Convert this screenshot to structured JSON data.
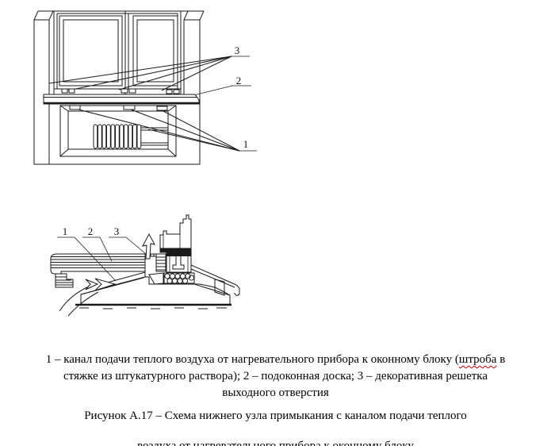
{
  "figure": {
    "caption": {
      "line1_prefix": "1 – канал подачи теплого воздуха от нагревательного прибора к оконному блоку (",
      "line1_misspelled": "штроба",
      "line1_suffix": " в",
      "line2": "стяжке из штукатурного раствора); 2 – подоконная доска; 3 – декоративная решетка",
      "line3": "выходного отверстия",
      "title_line1": "Рисунок А.17 – Схема нижнего узла примыкания с каналом подачи теплого",
      "title_line2": "воздуха от нагревательного прибора к оконному блоку"
    },
    "top_diagram": {
      "description": "window with radiator niche, axonometric view",
      "labels": {
        "l1": "1",
        "l2": "2",
        "l3": "3"
      }
    },
    "bottom_diagram": {
      "description": "cross-section of sill unit with warm air channel",
      "labels": {
        "l1": "1",
        "l2": "2",
        "l3": "3"
      }
    },
    "colors": {
      "line": "#1a1a1a",
      "spellcheck_underline": "#cc0000",
      "background": "#ffffff"
    }
  }
}
